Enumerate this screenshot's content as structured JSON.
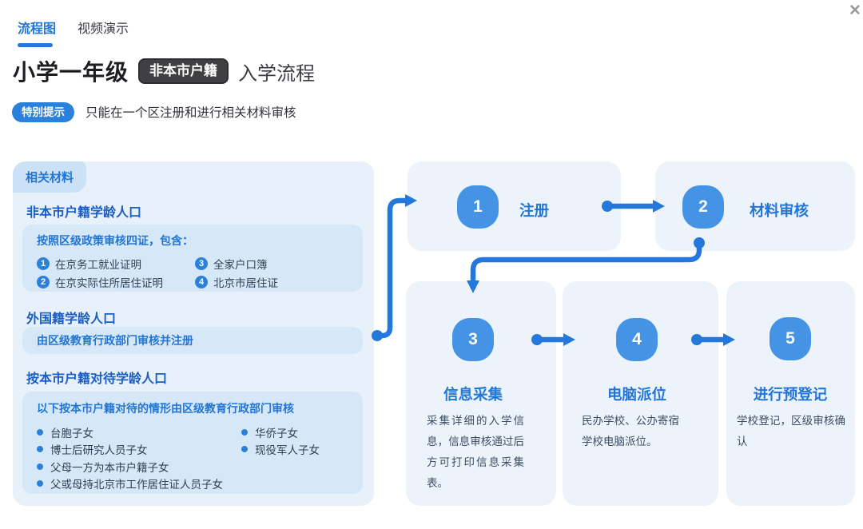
{
  "window": {
    "close_icon": "✕"
  },
  "tabs": [
    {
      "label": "流程图",
      "active": true
    },
    {
      "label": "视频演示",
      "active": false
    }
  ],
  "title": {
    "grade": "小学一年级",
    "badge": "非本市户籍",
    "suffix": "入学流程"
  },
  "tip": {
    "label": "特别提示",
    "text": "只能在一个区注册和进行相关材料审核"
  },
  "materials": {
    "tag": "相关材料",
    "sections": [
      {
        "heading": "非本市户籍学龄人口",
        "box": {
          "title": "按照区级政策审核四证，包含：",
          "items": [
            {
              "num": "1",
              "text": "在京务工就业证明"
            },
            {
              "num": "2",
              "text": "在京实际住所居住证明"
            },
            {
              "num": "3",
              "text": "全家户口簿"
            },
            {
              "num": "4",
              "text": "北京市居住证"
            }
          ]
        }
      },
      {
        "heading": "外国籍学龄人口",
        "box": {
          "text": "由区级教育行政部门审核并注册"
        }
      },
      {
        "heading": "按本市户籍对待学龄人口",
        "box": {
          "title": "以下按本市户籍对待的情形由区级教育行政部门审核",
          "bullets_col1": [
            "台胞子女",
            "博士后研究人员子女",
            "父母一方为本市户籍子女",
            "父或母持北京市工作居住证人员子女"
          ],
          "bullets_col2": [
            "华侨子女",
            "现役军人子女"
          ]
        }
      }
    ]
  },
  "flow": {
    "steps": [
      {
        "num": "1",
        "title": "注册"
      },
      {
        "num": "2",
        "title": "材料审核"
      },
      {
        "num": "3",
        "title": "信息采集",
        "desc": "采集详细的入学信息，信息审核通过后方可打印信息采集表。"
      },
      {
        "num": "4",
        "title": "电脑派位",
        "desc": "民办学校、公办寄宿学校电脑派位。"
      },
      {
        "num": "5",
        "title": "进行预登记",
        "desc": "学校登记，区级审核确认"
      }
    ]
  },
  "colors": {
    "accent_blue": "#2b80dc",
    "step_badge_blue": "#4493e5",
    "heading_blue": "#1a5ec6",
    "link_blue": "#2376d6",
    "panel_bg": "#e8f1fa",
    "inner_box_bg": "#d6e8f8",
    "card_bg": "#edf3fa",
    "title_badge_bg": "#404043"
  }
}
